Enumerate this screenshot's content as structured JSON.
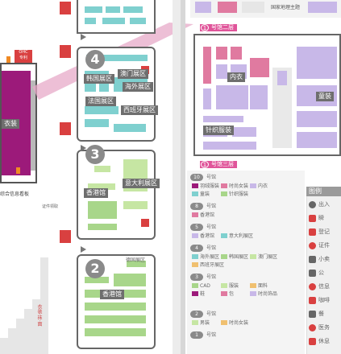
{
  "left_panel": {
    "ohc_badge": "OHC\n专利",
    "hall_label": "衣装",
    "info_board": "综合信息看板",
    "vertical_text": "衣装·袜·面"
  },
  "halls": {
    "h4": {
      "number": "4",
      "zones": [
        "韩国展区",
        "澳门展区",
        "海外展区",
        "法国展区",
        "西班牙展区"
      ]
    },
    "h3": {
      "number": "3",
      "zones": [
        "香港馆",
        "意大利展区"
      ]
    },
    "h2": {
      "number": "2",
      "zones": [
        "香港馆",
        "德国展区"
      ]
    }
  },
  "right_map": {
    "floor2": {
      "num": "1",
      "label": "号馆二层"
    },
    "floor3": {
      "num": "1",
      "label": "号馆三层"
    },
    "top_note": "国家地理主题",
    "zones": [
      "内衣",
      "童装",
      "针织服装"
    ]
  },
  "legend_hall": {
    "rows": [
      {
        "num": "10",
        "title": "号馆",
        "items": [
          "羽绒服装",
          "时尚女装",
          "内衣",
          "童装",
          "针织服装"
        ]
      },
      {
        "num": "8",
        "title": "号馆",
        "items": [
          "香港馆"
        ]
      },
      {
        "num": "5",
        "title": "号馆",
        "items": [
          "香港馆",
          "意大利展区"
        ]
      },
      {
        "num": "4",
        "title": "号馆",
        "items": [
          "海外展区",
          "韩国展区",
          "澳门展区",
          "西班牙展区"
        ]
      },
      {
        "num": "3",
        "title": "号馆",
        "items": [
          "CAD",
          "服装",
          "面料",
          "鞋",
          "包",
          "时尚饰品"
        ]
      },
      {
        "num": "2",
        "title": "号馆",
        "items": [
          "男装",
          "时尚女装"
        ]
      },
      {
        "num": "1",
        "title": "号馆",
        "items": []
      }
    ]
  },
  "legend": {
    "title": "图例",
    "items": [
      "出入",
      "瞬",
      "登记",
      "证件",
      "小卖",
      "公",
      "信息",
      "咖啡",
      "餐",
      "医务",
      "休息"
    ]
  },
  "colors": {
    "magenta": "#9c1a7a",
    "pink": "#e07aa0",
    "floor_pink": "#e0559a",
    "lavender": "#c8b8e8",
    "teal": "#7fd0cf",
    "green": "#a8d68a",
    "lightgreen": "#c6e6a3",
    "gray": "#8a8a8a",
    "red": "#d94040"
  }
}
